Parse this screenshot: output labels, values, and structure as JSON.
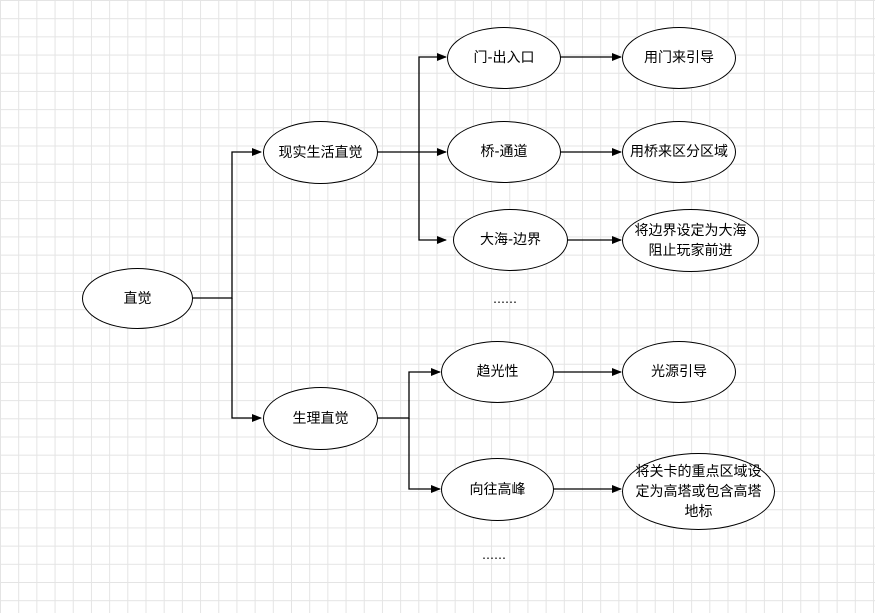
{
  "diagram": {
    "root": "直觉",
    "branches": [
      {
        "label": "现实生活直觉",
        "children": [
          {
            "label": "门-出入口",
            "detail": "用门来引导"
          },
          {
            "label": "桥-通道",
            "detail": "用桥来区分区域"
          },
          {
            "label": "大海-边界",
            "detail_lines": [
              "将边界设定为大海",
              "阻止玩家前进"
            ]
          }
        ],
        "more": "……"
      },
      {
        "label": "生理直觉",
        "children": [
          {
            "label": "趋光性",
            "detail": "光源引导"
          },
          {
            "label": "向往高峰",
            "detail_lines": [
              "将关卡的重点区域设",
              "定为高塔或包含高塔",
              "地标"
            ]
          }
        ],
        "more": "……"
      }
    ]
  }
}
